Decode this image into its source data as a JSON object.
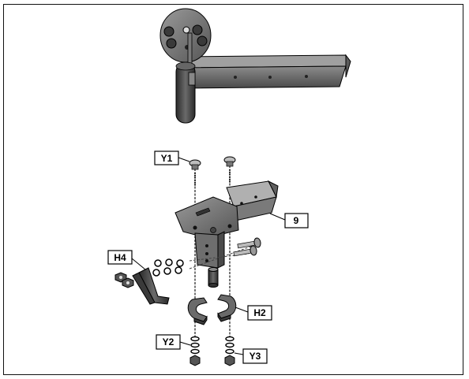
{
  "callouts": {
    "y1": "Y1",
    "nine": "9",
    "h4": "H4",
    "h2": "H2",
    "y2": "Y2",
    "y3": "Y3"
  },
  "colors": {
    "metal_dark": "#4a4a4a",
    "metal_mid": "#6e6e6e",
    "metal_light": "#9a9a9a",
    "outline": "#000000"
  }
}
